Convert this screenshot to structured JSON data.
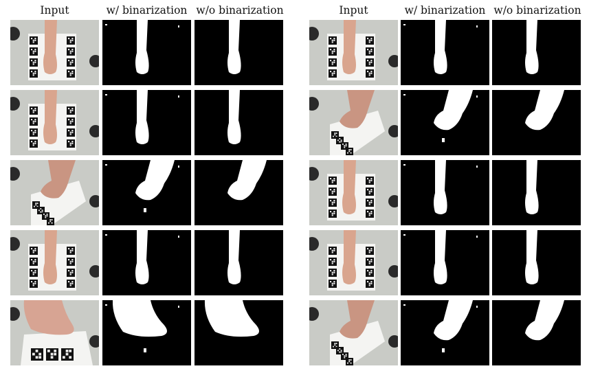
{
  "figure": {
    "panels": [
      {
        "id": "left",
        "headers": {
          "input": "Input",
          "with_bin": "w/ binarization",
          "without_bin": "w/o binarization"
        },
        "rows": [
          {
            "scene": "top_view_feet"
          },
          {
            "scene": "top_view_feet"
          },
          {
            "scene": "side_angle_foot"
          },
          {
            "scene": "top_view_feet"
          },
          {
            "scene": "side_closeup_foot"
          }
        ]
      },
      {
        "id": "right",
        "headers": {
          "input": "Input",
          "with_bin": "w/ binarization",
          "without_bin": "w/o binarization"
        },
        "rows": [
          {
            "scene": "top_view_feet"
          },
          {
            "scene": "side_angle_foot"
          },
          {
            "scene": "top_view_feet"
          },
          {
            "scene": "top_view_feet"
          },
          {
            "scene": "side_angle_foot"
          }
        ]
      }
    ]
  }
}
